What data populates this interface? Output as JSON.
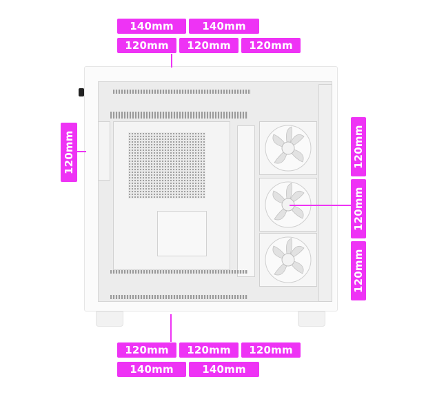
{
  "top": {
    "row1": [
      "140mm",
      "140mm"
    ],
    "row2": [
      "120mm",
      "120mm",
      "120mm"
    ]
  },
  "bottom": {
    "row1": [
      "120mm",
      "120mm",
      "120mm"
    ],
    "row2": [
      "140mm",
      "140mm"
    ]
  },
  "left": {
    "label": "120mm"
  },
  "right": {
    "labels": [
      "120mm",
      "120mm",
      "120mm"
    ]
  },
  "colors": {
    "accent": "#ee33f5",
    "case": "#fbfbfb"
  }
}
